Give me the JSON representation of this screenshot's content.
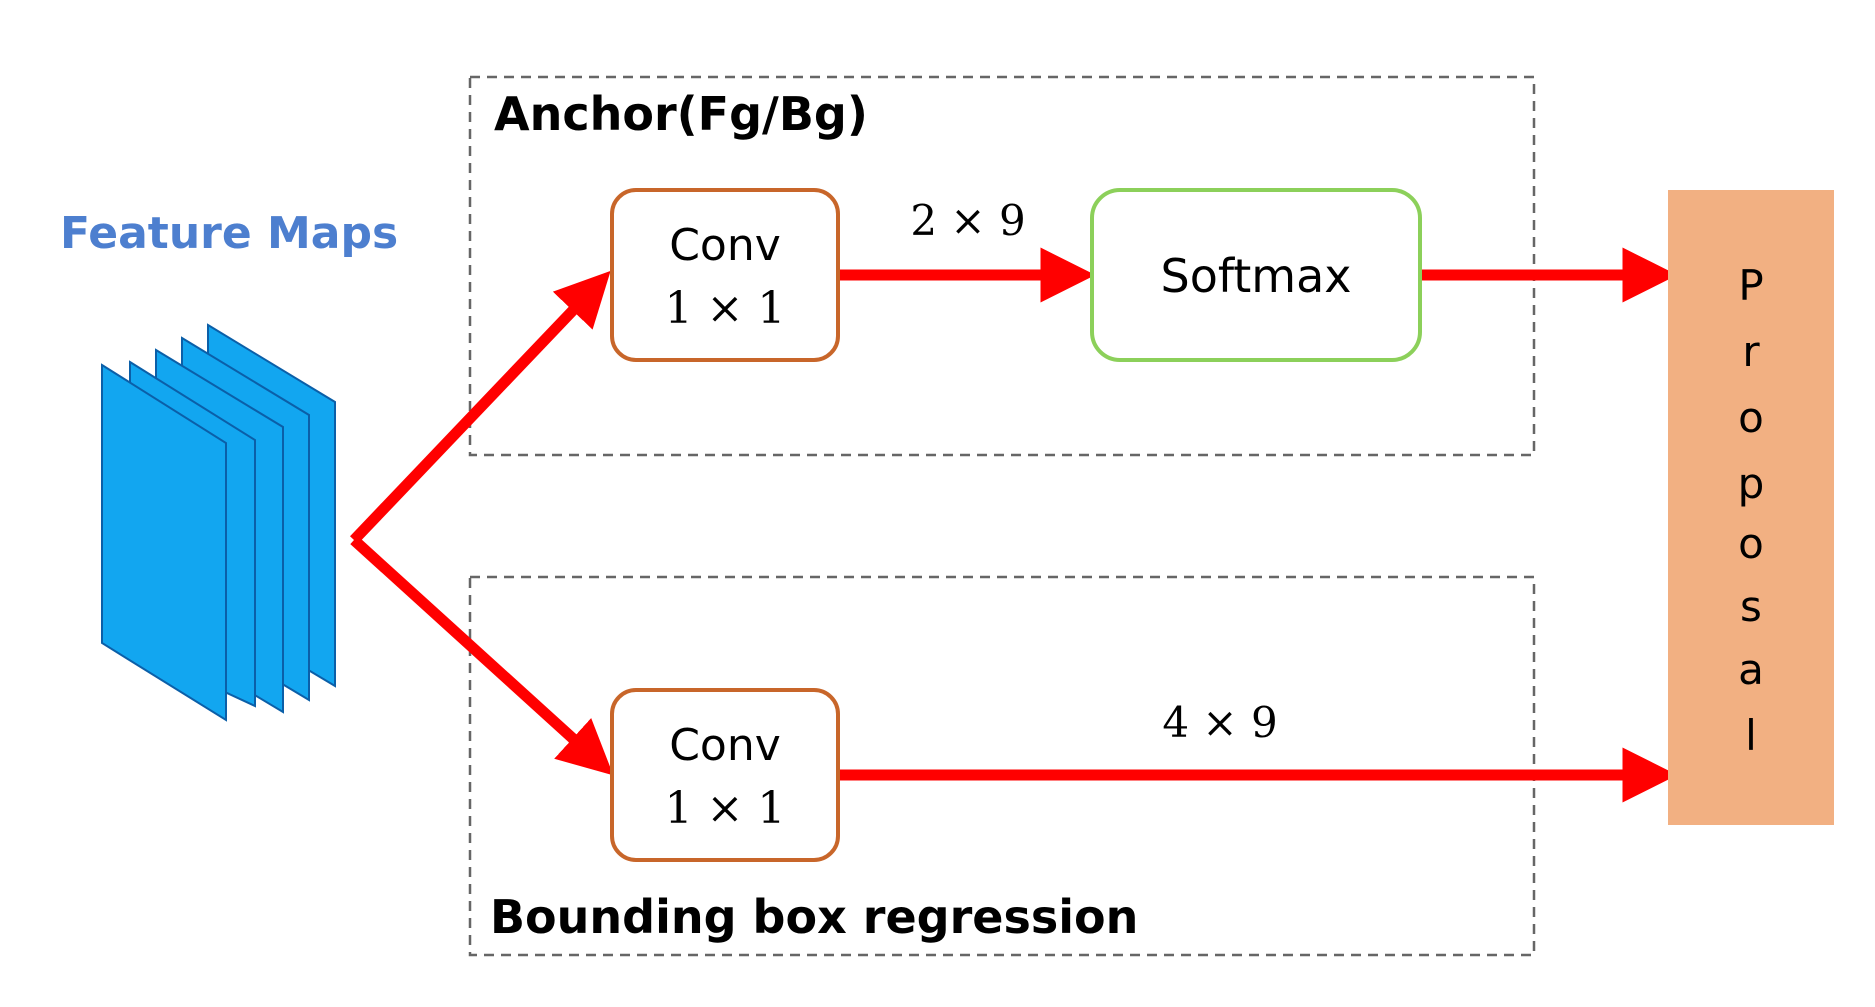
{
  "diagram": {
    "feature_maps_label": "Feature Maps",
    "anchor_group_label": "Anchor(Fg/Bg)",
    "bbox_group_label": "Bounding box regression",
    "conv_top": {
      "line1": "Conv",
      "line2": "1 × 1"
    },
    "conv_bottom": {
      "line1": "Conv",
      "line2": "1 × 1"
    },
    "softmax_label": "Softmax",
    "top_edge_label": "2 × 9",
    "bottom_edge_label": "4 × 9",
    "proposal_letters": [
      "P",
      "r",
      "o",
      "p",
      "o",
      "s",
      "a",
      "l"
    ],
    "colors": {
      "arrow": "#ff0000",
      "feature_map_fill": "#12a6f0",
      "feature_map_stroke": "#0b5fa8",
      "feature_label": "#4d7fcf",
      "conv_border": "#c8662a",
      "softmax_border": "#8cd05a",
      "proposal_fill": "#f2b082",
      "dashed_border": "#666666"
    }
  }
}
